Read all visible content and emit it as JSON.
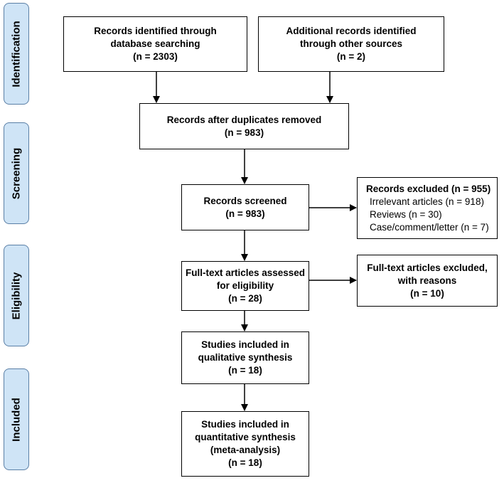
{
  "phases": {
    "identification": "Identification",
    "screening": "Screening",
    "eligibility": "Eligibility",
    "included": "Included"
  },
  "boxes": {
    "database": [
      "Records identified through",
      "database searching",
      "(n = 2303)"
    ],
    "other_sources": [
      "Additional records identified",
      "through other sources",
      "(n = 2)"
    ],
    "after_duplicates": [
      "Records after duplicates removed",
      "(n = 983)"
    ],
    "screened": [
      "Records screened",
      "(n = 983)"
    ],
    "excluded": {
      "heading": "Records excluded (n = 955)",
      "items": [
        "Irrelevant articles (n = 918)",
        "Reviews (n = 30)",
        "Case/comment/letter (n = 7)"
      ]
    },
    "fulltext_assessed": [
      "Full-text articles assessed",
      "for eligibility",
      "(n = 28)"
    ],
    "fulltext_excluded": [
      "Full-text articles excluded,",
      "with reasons",
      "(n = 10)"
    ],
    "qualitative": [
      "Studies included in",
      "qualitative synthesis",
      "(n = 18)"
    ],
    "quantitative": [
      "Studies included in",
      "quantitative synthesis",
      "(meta-analysis)",
      "(n = 18)"
    ]
  }
}
